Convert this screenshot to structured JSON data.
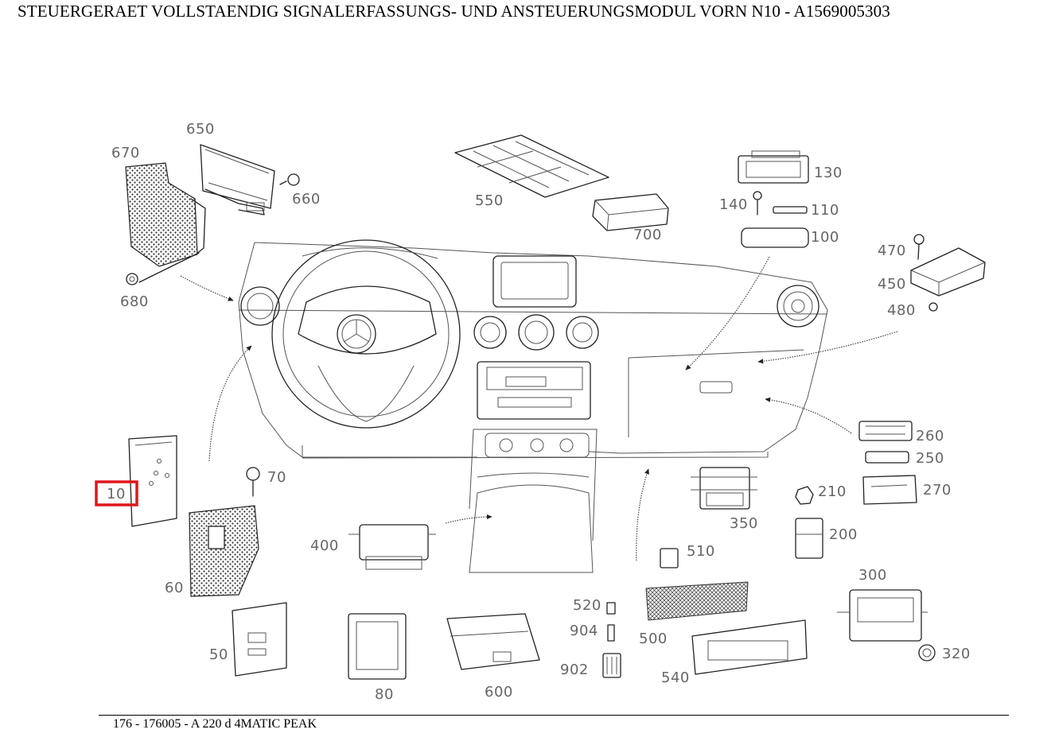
{
  "header": {
    "title": "STEUERGERAET VOLLSTAENDIG SIGNALERFASSUNGS- UND ANSTEUERUNGSMODUL VORN N10 - A1569005303"
  },
  "footer": {
    "text": "176 - 176005 - A 220 d 4MATIC PEAK"
  },
  "highlight": {
    "color": "#e0161c",
    "part": "10"
  },
  "parts": {
    "p10": "10",
    "p50": "50",
    "p60": "60",
    "p70": "70",
    "p80": "80",
    "p100": "100",
    "p110": "110",
    "p130": "130",
    "p140": "140",
    "p200": "200",
    "p210": "210",
    "p250": "250",
    "p260": "260",
    "p270": "270",
    "p300": "300",
    "p320": "320",
    "p350": "350",
    "p400": "400",
    "p450": "450",
    "p470": "470",
    "p480": "480",
    "p500": "500",
    "p510": "510",
    "p520": "520",
    "p540": "540",
    "p550": "550",
    "p600": "600",
    "p650": "650",
    "p660": "660",
    "p670": "670",
    "p680": "680",
    "p700": "700",
    "p902": "902",
    "p904": "904"
  }
}
